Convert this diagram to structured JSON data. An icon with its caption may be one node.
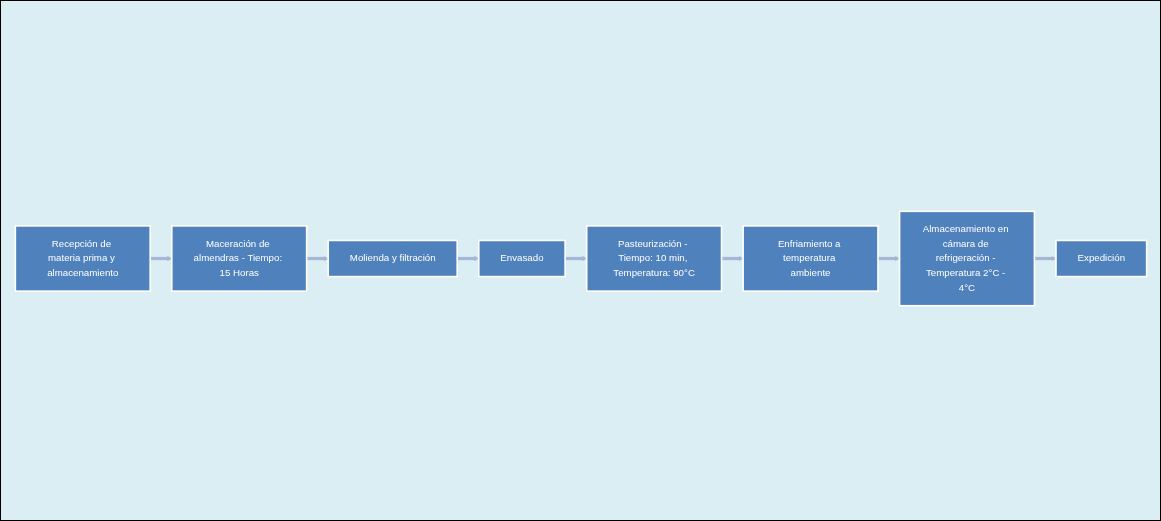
{
  "diagram": {
    "nodes": [
      {
        "text": [
          "Recepción de materia prima y almacenamiento"
        ]
      },
      {
        "text": [
          "Maceración de almendras - Tiempo: 15 Horas"
        ]
      },
      {
        "text": [
          "Molienda y filtración"
        ]
      },
      {
        "text": [
          "Envasado"
        ]
      },
      {
        "text": [
          "Pasteurización - Tiempo: 10 min, Temperatura: 90°C"
        ]
      },
      {
        "text": [
          "Enfriamiento a temperatura ambiente"
        ]
      },
      {
        "text": [
          "Almacenamiento en cámara de refrigeración - Temperatura 2°C - 4°C"
        ]
      },
      {
        "text": [
          "Expedición"
        ]
      }
    ],
    "edges": [
      {
        "from": 0,
        "to": 1,
        "arrow": "to"
      },
      {
        "from": 1,
        "to": 2,
        "arrow": "to"
      },
      {
        "from": 2,
        "to": 3,
        "arrow": "to"
      },
      {
        "from": 3,
        "to": 4,
        "arrow": "to"
      },
      {
        "from": 4,
        "to": 5,
        "arrow": "to"
      },
      {
        "from": 5,
        "to": 6,
        "arrow": "to"
      },
      {
        "from": 6,
        "to": 7,
        "arrow": "to"
      }
    ]
  }
}
